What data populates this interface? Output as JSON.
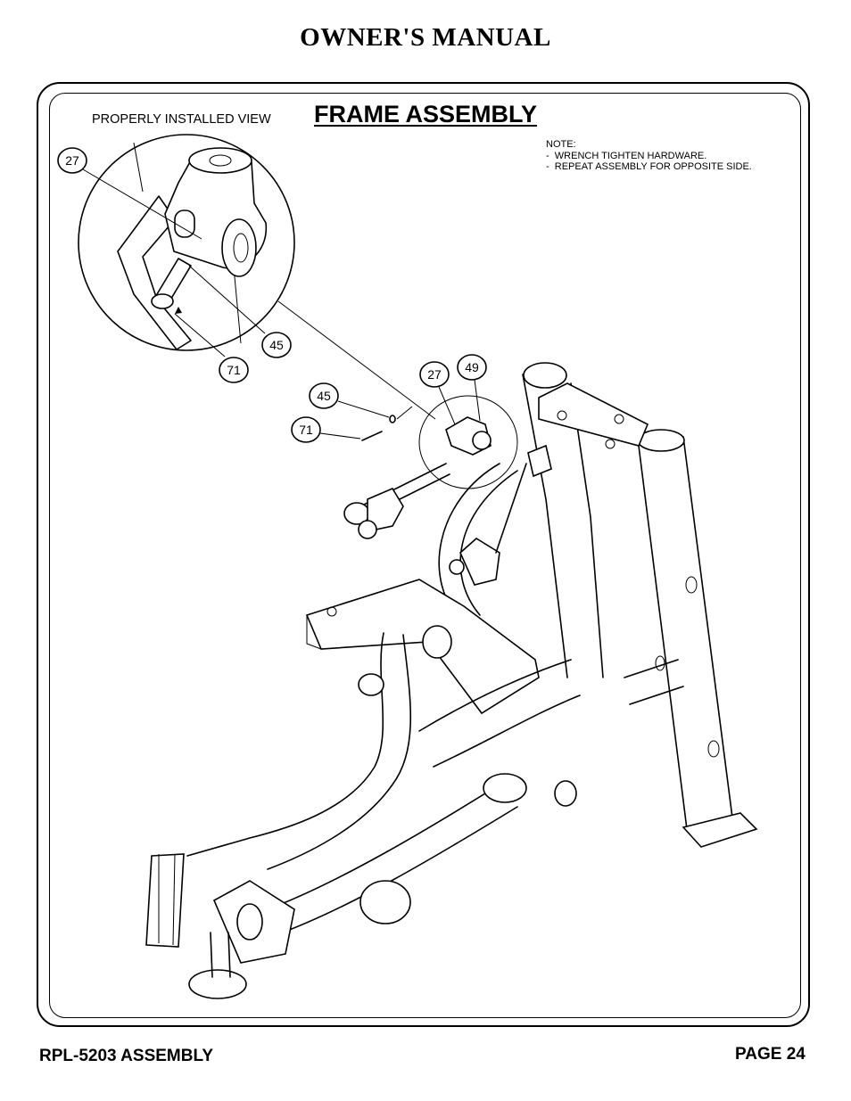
{
  "header": {
    "title": "OWNER'S MANUAL"
  },
  "panel": {
    "view_label": "PROPERLY INSTALLED VIEW",
    "section_title": "FRAME ASSEMBLY",
    "note_lines": [
      "NOTE:",
      "-  WRENCH TIGHTEN HARDWARE.",
      "-  REPEAT ASSEMBLY FOR OPPOSITE SIDE."
    ]
  },
  "callouts": [
    "27",
    "45",
    "71",
    "27",
    "49",
    "45",
    "71"
  ],
  "footer": {
    "model": "RPL-5203 ASSEMBLY",
    "page": "PAGE 24"
  }
}
